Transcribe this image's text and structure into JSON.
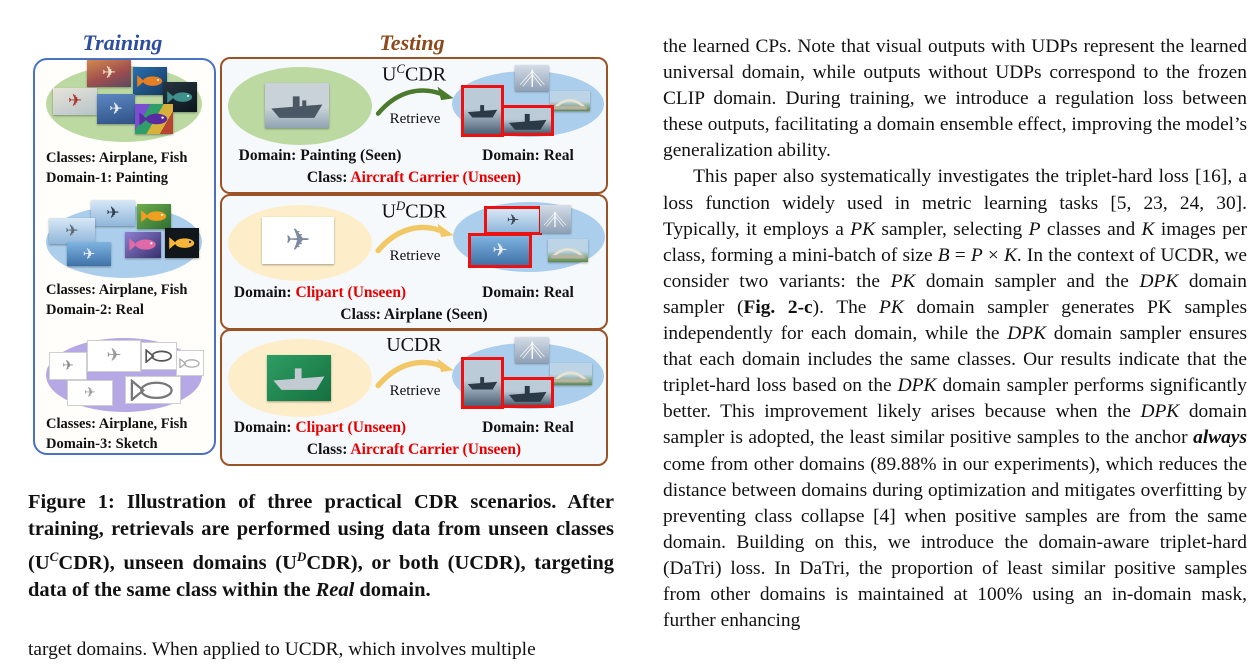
{
  "colors": {
    "training_border": "#4a72c0",
    "testing_border": "#9a5327",
    "training_title": "#2d4da0",
    "testing_title": "#8c4a1c",
    "green_ellipse": "#bdd9a2",
    "blue_ellipse": "#abceec",
    "purple_ellipse": "#b5a8e5",
    "yellow_ellipse": "#fdeec9",
    "green_arrow": "#4c7a2c",
    "yellow_arrow": "#f2c867",
    "unseen_red": "#e80000",
    "red_frame": "#ee1111"
  },
  "figure": {
    "training_title": "Training",
    "testing_title": "Testing",
    "training_groups": [
      {
        "classes_line": "Classes: Airplane, Fish",
        "domain_line": "Domain-1: Painting"
      },
      {
        "classes_line": "Classes: Airplane, Fish",
        "domain_line": "Domain-2: Real"
      },
      {
        "classes_line": "Classes: Airplane, Fish",
        "domain_line": "Domain-3: Sketch"
      }
    ],
    "testing_boxes": [
      {
        "title_segments": [
          {
            "t": "U"
          },
          {
            "t": "C",
            "sup": true,
            "em": true
          },
          {
            "t": "CDR"
          }
        ],
        "retrieve_label": "Retrieve",
        "query_domain_segments": [
          {
            "t": "Domain: Painting (Seen)"
          }
        ],
        "gallery_domain_segments": [
          {
            "t": "Domain: Real"
          }
        ],
        "class_segments": [
          {
            "t": "Class: "
          },
          {
            "t": "Aircraft Carrier (Unseen)",
            "color": "#e80000"
          }
        ]
      },
      {
        "title_segments": [
          {
            "t": "U"
          },
          {
            "t": "D",
            "sup": true,
            "em": true
          },
          {
            "t": "CDR"
          }
        ],
        "retrieve_label": "Retrieve",
        "query_domain_segments": [
          {
            "t": "Domain: "
          },
          {
            "t": "Clipart (Unseen)",
            "color": "#e80000"
          }
        ],
        "gallery_domain_segments": [
          {
            "t": "Domain: Real"
          }
        ],
        "class_segments": [
          {
            "t": "Class: Airplane (Seen)"
          }
        ]
      },
      {
        "title_segments": [
          {
            "t": "UCDR"
          }
        ],
        "retrieve_label": "Retrieve",
        "query_domain_segments": [
          {
            "t": "Domain: "
          },
          {
            "t": "Clipart (Unseen)",
            "color": "#e80000"
          }
        ],
        "gallery_domain_segments": [
          {
            "t": "Domain: Real"
          }
        ],
        "class_segments": [
          {
            "t": "Class: "
          },
          {
            "t": "Aircraft Carrier (Unseen)",
            "color": "#e80000"
          }
        ]
      }
    ],
    "caption_segments": [
      {
        "t": "Figure 1: Illustration of three practical CDR scenarios. After training, retrievals are performed using data from unseen classes (U"
      },
      {
        "t": "C",
        "sup": true,
        "em": true
      },
      {
        "t": "CDR), unseen domains (U"
      },
      {
        "t": "D",
        "sup": true,
        "em": true
      },
      {
        "t": "CDR), or both (UCDR), targeting data of the same class within the "
      },
      {
        "t": "Real",
        "em": true
      },
      {
        "t": " domain."
      }
    ]
  },
  "left_column": {
    "bottom_line": "target domains. When applied to UCDR, which involves multiple"
  },
  "right_column": {
    "paragraphs": [
      {
        "segments": [
          {
            "t": "the learned CPs. Note that visual outputs with UDPs represent the learned universal domain, while outputs without UDPs correspond to the frozen CLIP domain. During training, we introduce a regulation loss between these outputs, facilitating a domain ensemble effect, improving the model’s generalization ability."
          }
        ]
      },
      {
        "segments": [
          {
            "t": "This paper also systematically investigates the triplet-hard loss [16], a loss function widely used in metric learning tasks [5, 23, 24, 30]. Typically, it employs a "
          },
          {
            "t": "PK",
            "em": true
          },
          {
            "t": " sampler, selecting "
          },
          {
            "t": "P",
            "em": true
          },
          {
            "t": " classes and "
          },
          {
            "t": "K",
            "em": true
          },
          {
            "t": " images per class, forming a mini-batch of size "
          },
          {
            "t": "B",
            "em": true
          },
          {
            "t": " = "
          },
          {
            "t": "P",
            "em": true
          },
          {
            "t": " × "
          },
          {
            "t": "K",
            "em": true
          },
          {
            "t": ". In the context of UCDR, we consider two variants: the "
          },
          {
            "t": "PK",
            "em": true
          },
          {
            "t": " domain sampler and the "
          },
          {
            "t": "DPK",
            "em": true
          },
          {
            "t": " domain sampler ("
          },
          {
            "t": "Fig. 2-c",
            "b": true
          },
          {
            "t": "). The "
          },
          {
            "t": "PK",
            "em": true
          },
          {
            "t": " domain sampler generates PK samples independently for each domain, while the "
          },
          {
            "t": "DPK",
            "em": true
          },
          {
            "t": " domain sampler ensures that each domain includes the same classes. Our results indicate that the triplet-hard loss based on the "
          },
          {
            "t": "DPK",
            "em": true
          },
          {
            "t": " domain sampler performs significantly better. This improvement likely arises because when the "
          },
          {
            "t": "DPK",
            "em": true
          },
          {
            "t": " domain sampler is adopted, the least similar positive samples to the anchor "
          },
          {
            "t": "always",
            "em": true,
            "b": true
          },
          {
            "t": " come from other domains (89.88% in our experiments), which reduces the distance between domains during optimization and mitigates overfitting by preventing class collapse [4] when positive samples are from the same domain. Building on this, we introduce the domain-aware triplet-hard (DaTri) loss. In DaTri, the proportion of least similar positive samples from other domains is maintained at 100% using an in-domain mask, further enhancing"
          }
        ]
      }
    ]
  }
}
